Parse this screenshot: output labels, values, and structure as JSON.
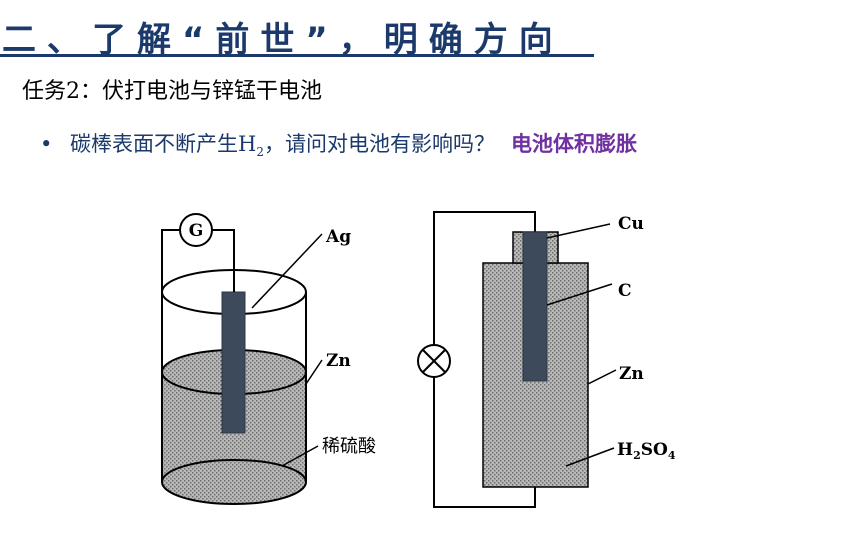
{
  "title": "二、了解“前世”，明确方向",
  "task": "任务2：伏打电池与锌锰干电池",
  "question": {
    "bullet": "•",
    "text_before": "碳棒表面不断产生H",
    "subscript": "2",
    "text_after": "，请问对电池有影响吗？",
    "answer": "电池体积膨胀"
  },
  "left_cell": {
    "meter": "G",
    "labels": {
      "electrode": "Ag",
      "container": "Zn",
      "electrolyte": "稀硫酸"
    }
  },
  "right_cell": {
    "labels": {
      "cap": "Cu",
      "rod": "C",
      "case": "Zn",
      "electrolyte_h": "H",
      "electrolyte_sub1": "2",
      "electrolyte_so": "SO",
      "electrolyte_sub2": "4"
    }
  }
}
